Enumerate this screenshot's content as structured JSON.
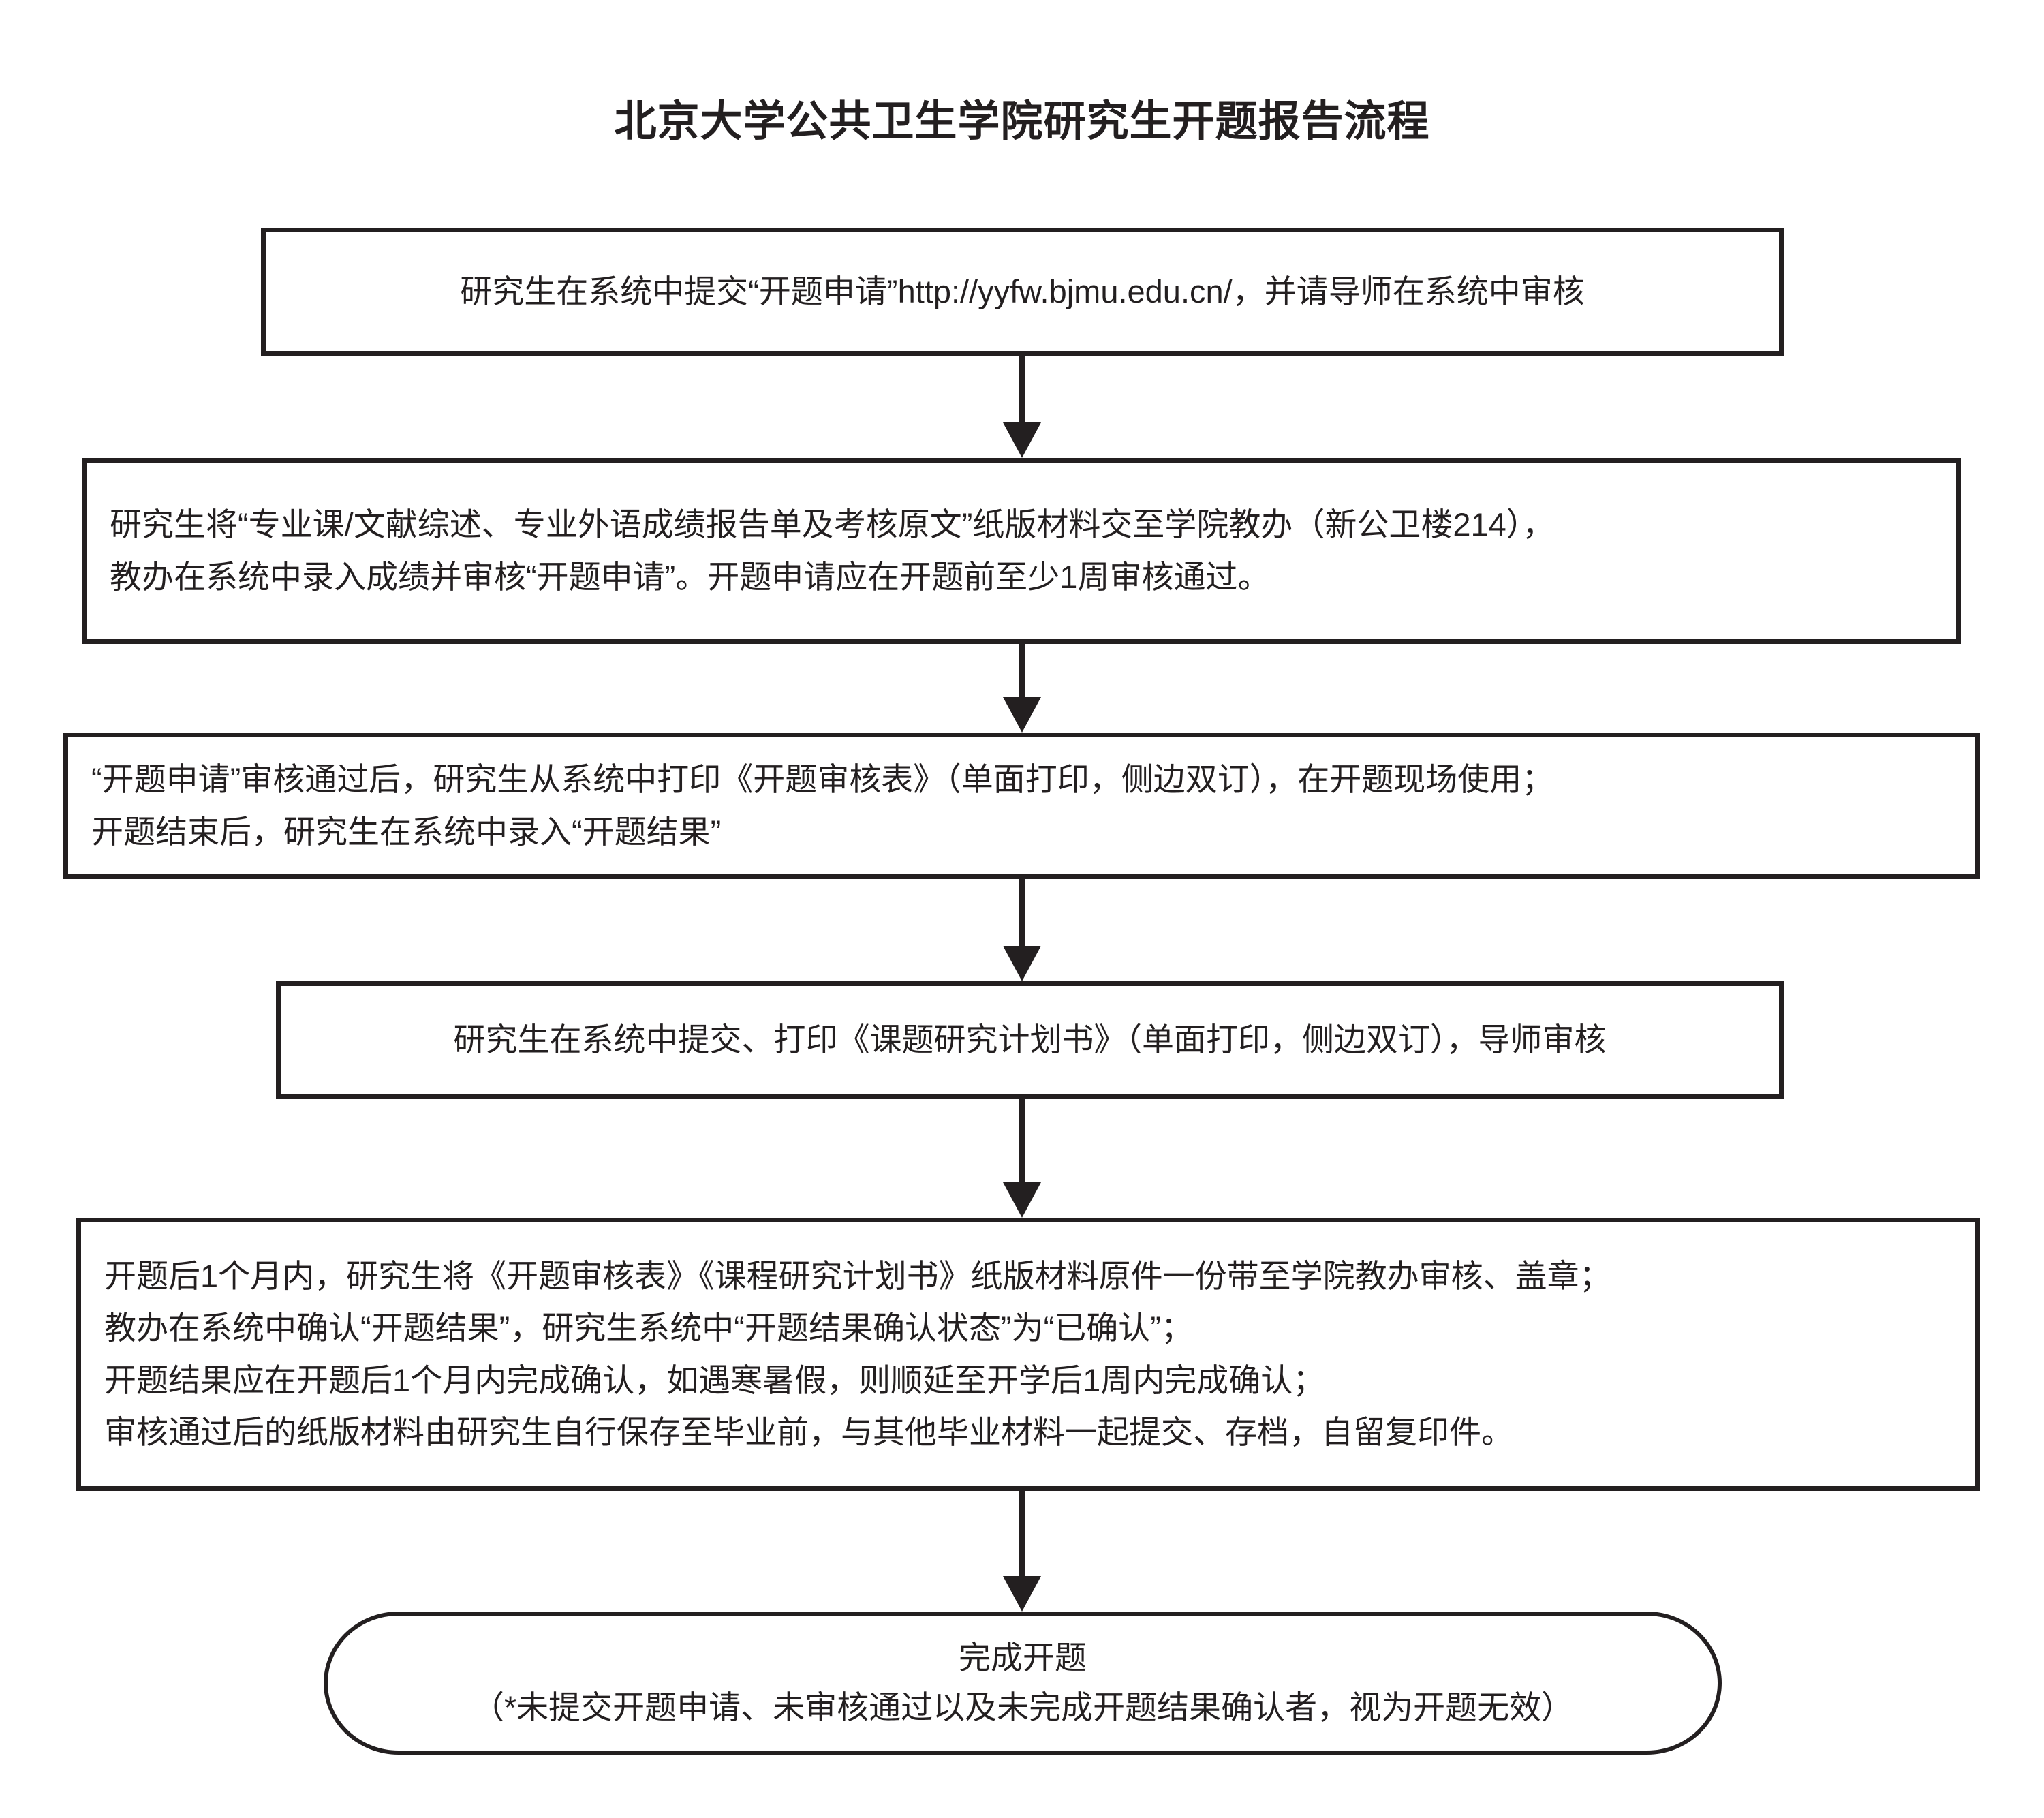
{
  "title": "北京大学公共卫生学院研究生开题报告流程",
  "colors": {
    "stroke": "#231f20",
    "background": "#ffffff",
    "text": "#231f20"
  },
  "nodes": [
    {
      "id": "node-1",
      "shape": "rectangle",
      "align": "center",
      "lines": [
        "研究生在系统中提交“开题申请”http://yyfw.bjmu.edu.cn/，并请导师在系统中审核"
      ]
    },
    {
      "id": "node-2",
      "shape": "rectangle",
      "align": "left",
      "lines": [
        "研究生将“专业课/文献综述、专业外语成绩报告单及考核原文”纸版材料交至学院教办（新公卫楼214），",
        "教办在系统中录入成绩并审核“开题申请”。开题申请应在开题前至少1周审核通过。"
      ]
    },
    {
      "id": "node-3",
      "shape": "rectangle",
      "align": "left",
      "lines": [
        "“开题申请”审核通过后，研究生从系统中打印《开题审核表》（单面打印，侧边双订），在开题现场使用；",
        "开题结束后，研究生在系统中录入“开题结果”"
      ]
    },
    {
      "id": "node-4",
      "shape": "rectangle",
      "align": "center",
      "lines": [
        "研究生在系统中提交、打印《课题研究计划书》（单面打印，侧边双订），导师审核"
      ]
    },
    {
      "id": "node-5",
      "shape": "rectangle",
      "align": "left",
      "lines": [
        "开题后1个月内，研究生将《开题审核表》《课程研究计划书》纸版材料原件一份带至学院教办审核、盖章；",
        "教办在系统中确认“开题结果”，研究生系统中“开题结果确认状态”为“已确认”；",
        "开题结果应在开题后1个月内完成确认，如遇寒暑假，则顺延至开学后1周内完成确认；",
        "审核通过后的纸版材料由研究生自行保存至毕业前，与其他毕业材料一起提交、存档，自留复印件。"
      ]
    },
    {
      "id": "node-end",
      "shape": "rounded-rectangle",
      "align": "center",
      "lines": [
        "完成开题",
        "（*未提交开题申请、未审核通过以及未完成开题结果确认者，视为开题无效）"
      ]
    }
  ],
  "connectors": [
    {
      "id": "arrow-1",
      "from": "node-1",
      "to": "node-2",
      "type": "down-arrow"
    },
    {
      "id": "arrow-2",
      "from": "node-2",
      "to": "node-3",
      "type": "down-arrow"
    },
    {
      "id": "arrow-3",
      "from": "node-3",
      "to": "node-4",
      "type": "down-arrow"
    },
    {
      "id": "arrow-4",
      "from": "node-4",
      "to": "node-5",
      "type": "down-arrow"
    },
    {
      "id": "arrow-5",
      "from": "node-5",
      "to": "node-end",
      "type": "down-arrow"
    }
  ]
}
